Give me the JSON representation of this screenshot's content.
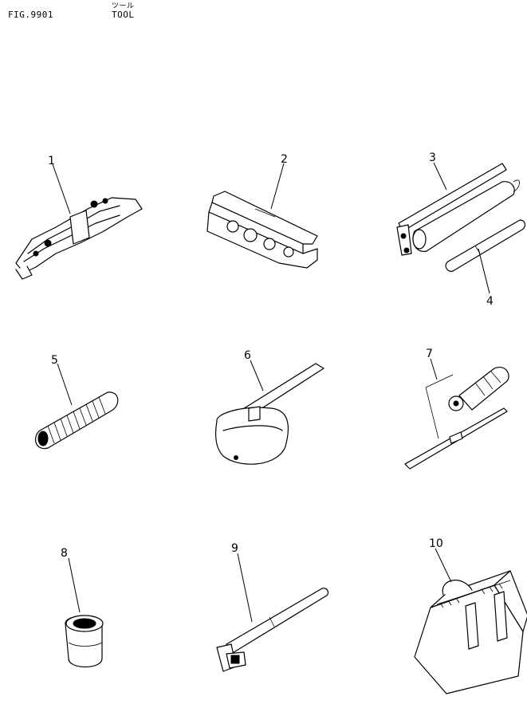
{
  "header": {
    "fig_label": "FIG.9901",
    "title_jp": "ツール",
    "title_en": "TOOL"
  },
  "callouts": [
    "1",
    "2",
    "3",
    "4",
    "5",
    "6",
    "7",
    "8",
    "9",
    "10"
  ]
}
